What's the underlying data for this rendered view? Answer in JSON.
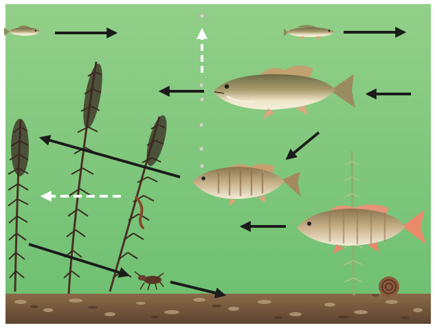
{
  "diagram": {
    "kind": "aquatic food web",
    "colors": {
      "water_top": "#8fce86",
      "water_bottom": "#6fc070",
      "sediment": "#7a5a3c",
      "arrow_solid": "#1b1b1b",
      "arrow_dashed": "#ffffff",
      "plant_dark": "#3a2a22",
      "plant_light": "#9cbc7a",
      "fish_body": "#a99c6e",
      "fish_belly": "#efe6c8",
      "fish_fin": "#d9a87d",
      "fin_red": "#e58a6a"
    },
    "organisms": [
      {
        "id": "small-fish-left",
        "type": "fish"
      },
      {
        "id": "small-fish-right",
        "type": "fish"
      },
      {
        "id": "large-bass",
        "type": "fish"
      },
      {
        "id": "mid-bass",
        "type": "fish"
      },
      {
        "id": "red-fin-bass",
        "type": "fish"
      },
      {
        "id": "waterweed-left",
        "type": "aquatic plant"
      },
      {
        "id": "waterweed-center",
        "type": "aquatic plant"
      },
      {
        "id": "waterweed-right",
        "type": "aquatic plant"
      },
      {
        "id": "pale-weed",
        "type": "aquatic plant"
      },
      {
        "id": "snail",
        "type": "invertebrate"
      },
      {
        "id": "crayfish",
        "type": "invertebrate"
      },
      {
        "id": "worm",
        "type": "invertebrate"
      }
    ],
    "arrows": [
      {
        "id": "arrow-top-left",
        "style": "solid"
      },
      {
        "id": "arrow-top-right",
        "style": "solid"
      },
      {
        "id": "arrow-bubbles-up",
        "style": "dashed"
      },
      {
        "id": "arrow-mid-left",
        "style": "solid"
      },
      {
        "id": "arrow-into-bass",
        "style": "solid"
      },
      {
        "id": "arrow-diag-down",
        "style": "solid"
      },
      {
        "id": "arrow-to-plant",
        "style": "solid"
      },
      {
        "id": "arrow-dashed-left",
        "style": "dashed"
      },
      {
        "id": "arrow-low-left",
        "style": "solid"
      },
      {
        "id": "arrow-to-crayfish",
        "style": "solid"
      },
      {
        "id": "arrow-to-bottom",
        "style": "solid"
      }
    ]
  }
}
